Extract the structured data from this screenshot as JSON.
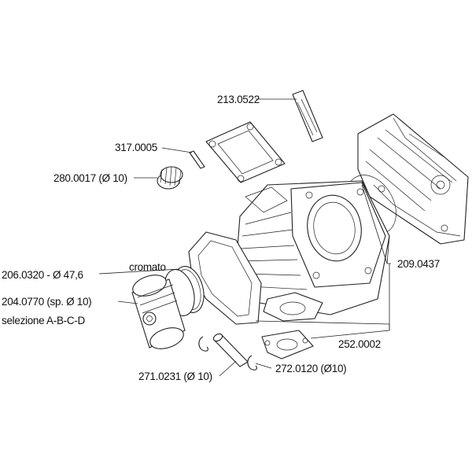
{
  "labels": {
    "reed_gasket": "213.0522",
    "needle_bearing_pin": "317.0005",
    "needle_bearing": "280.0017 (Ø 10)",
    "ring_code": "206.0320 - Ø 47,6",
    "ring_finish": "cromato",
    "piston_code": "204.0770 (sp. Ø 10)",
    "piston_selection": "selezione A-B-C-D",
    "cylinder_head": "209.0437",
    "gasket_set": "252.0002",
    "piston_pin": "271.0231 (Ø 10)",
    "circlip": "272.0120  (Ø10)"
  }
}
